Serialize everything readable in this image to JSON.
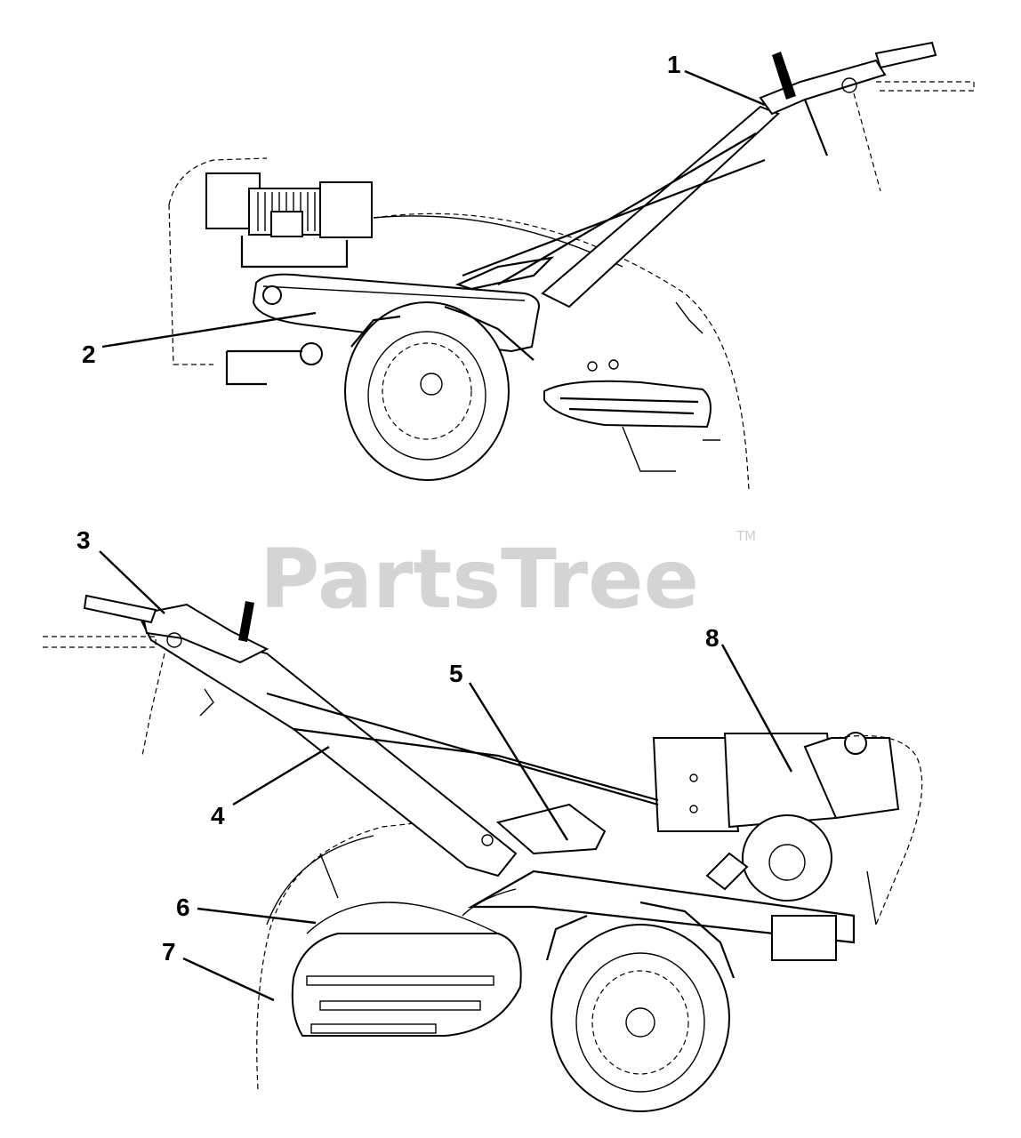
{
  "watermark": {
    "brand": "PartsTree",
    "trademark": "TM"
  },
  "callouts": [
    {
      "id": "1",
      "label": "1"
    },
    {
      "id": "2",
      "label": "2"
    },
    {
      "id": "3",
      "label": "3"
    },
    {
      "id": "4",
      "label": "4"
    },
    {
      "id": "5",
      "label": "5"
    },
    {
      "id": "6",
      "label": "6"
    },
    {
      "id": "7",
      "label": "7"
    },
    {
      "id": "8",
      "label": "8"
    }
  ]
}
